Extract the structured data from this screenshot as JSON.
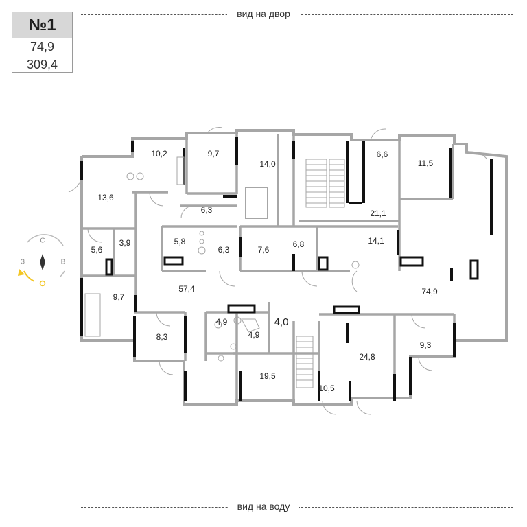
{
  "apartment": {
    "number": "№1",
    "area": "74,9",
    "floor_area": "309,4"
  },
  "views": {
    "top": "вид на двор",
    "bottom": "вид на воду"
  },
  "compass": {
    "north": "С",
    "west": "З",
    "east": "В",
    "accent_color": "#f3c623"
  },
  "rooms": [
    "10,2",
    "9,7",
    "14,0",
    "6,6",
    "11,5",
    "13,6",
    "6,3",
    "21,1",
    "5,6",
    "3,9",
    "5,8",
    "6,3",
    "7,6",
    "6,8",
    "14,1",
    "9,7",
    "57,4",
    "74,9",
    "4,9",
    "4,9",
    "4,0",
    "8,3",
    "9,3",
    "24,8",
    "19,5",
    "10,5"
  ],
  "colors": {
    "wall": "#a6a6a6",
    "accent_wall": "#111111",
    "text": "#222222"
  }
}
